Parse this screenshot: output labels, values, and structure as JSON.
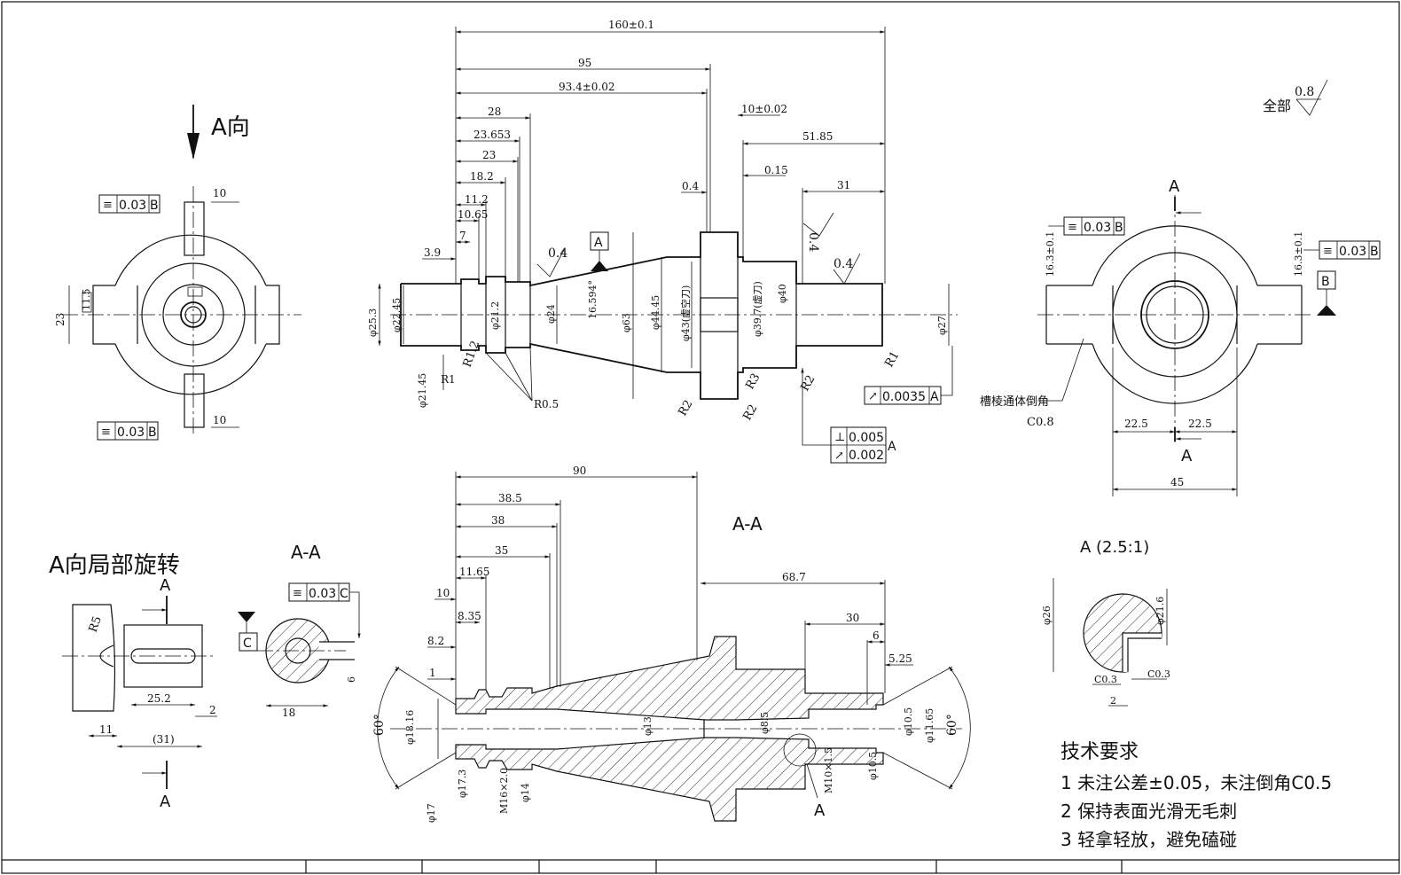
{
  "view_labels": {
    "a_direction": "A向",
    "a_local_rotation": "A向局部旋转",
    "section_aa_small": "A-A",
    "section_aa_main": "A-A",
    "detail_a": "A (2.5:1)",
    "section_marker": "A",
    "datum_a": "A",
    "datum_b": "B",
    "datum_c": "C"
  },
  "surface_finish": {
    "global_prefix": "全部",
    "global_value": "0.8",
    "local_value": "0.4"
  },
  "dimensions": {
    "top": {
      "overall": "160±0.1",
      "d95": "95",
      "d93_4": "93.4±0.02",
      "d28": "28",
      "d23_653": "23.653",
      "d23": "23",
      "d18_2": "18.2",
      "d11_2": "11.2",
      "d10_65": "10.65",
      "d7": "7",
      "d3_9": "3.9",
      "d10": "10±0.02",
      "d0_4": "0.4",
      "d51_85": "51.85",
      "d0_15": "0.15",
      "d31": "31",
      "taper": "16.594°",
      "phi25_3": "φ25.3",
      "phi22_45": "φ22.45",
      "phi21_2": "φ21.2",
      "phi24": "φ24",
      "phi63": "φ63",
      "phi44_45": "φ44.45",
      "phi43": "φ43(虚空刀)",
      "phi39_7": "φ39.7(虚刀)",
      "phi40": "φ40",
      "phi27": "φ27",
      "phi21_45": "φ21.45",
      "r1": "R1",
      "r1_2": "R1.2",
      "r0_5": "R0.5",
      "r2": "R2",
      "r3": "R3",
      "r1_right": "R1"
    },
    "left": {
      "key10": "10",
      "phi23": "23",
      "d11_5": "11.5"
    },
    "right": {
      "h16_3": "16.3±0.1",
      "w22_5": "22.5",
      "w45": "45",
      "chamfer_note": "槽棱通体倒角",
      "chamfer_value": "C0.8"
    },
    "bottom_main": {
      "d90": "90",
      "d38_5": "38.5",
      "d38": "38",
      "d35": "35",
      "d11_65": "11.65",
      "d10": "10",
      "d8_35": "8.35",
      "d8_2": "8.2",
      "d1": "1",
      "d68_7": "68.7",
      "d30": "30",
      "d6": "6",
      "d5_25": "5.25",
      "angle60": "60°",
      "phi18_16": "φ18.16",
      "phi13": "φ13",
      "phi8_5": "φ8.5",
      "phi10_5": "φ10.5",
      "phi11_65": "φ11.65",
      "phi17_3": "φ17.3",
      "phi17": "φ17",
      "m16": "M16×2.0",
      "phi14": "φ14",
      "m10": "M10×1.5",
      "phi10_5b": "φ10.5"
    },
    "bottom_left": {
      "r5": "R5",
      "d25_2": "25.2",
      "d2": "2",
      "d11": "11",
      "d31": "(31)",
      "d18": "18",
      "d6": "6"
    },
    "detail": {
      "phi26": "φ26",
      "phi21_6": "φ21.6",
      "c0_3a": "C0.3",
      "c0_3b": "C0.3",
      "d2": "2"
    }
  },
  "tolerance_frames": {
    "sym_003": "0.03",
    "runout_0035": "0.0035",
    "perp_0005": "0.005",
    "runout_0002": "0.002",
    "sym_003c": "0.03"
  },
  "tech_requirements": {
    "title": "技术要求",
    "items": [
      "1 未注公差±0.05，未注倒角C0.5",
      "2 保持表面光滑无毛刺",
      "3 轻拿轻放，避免磕碰"
    ]
  }
}
